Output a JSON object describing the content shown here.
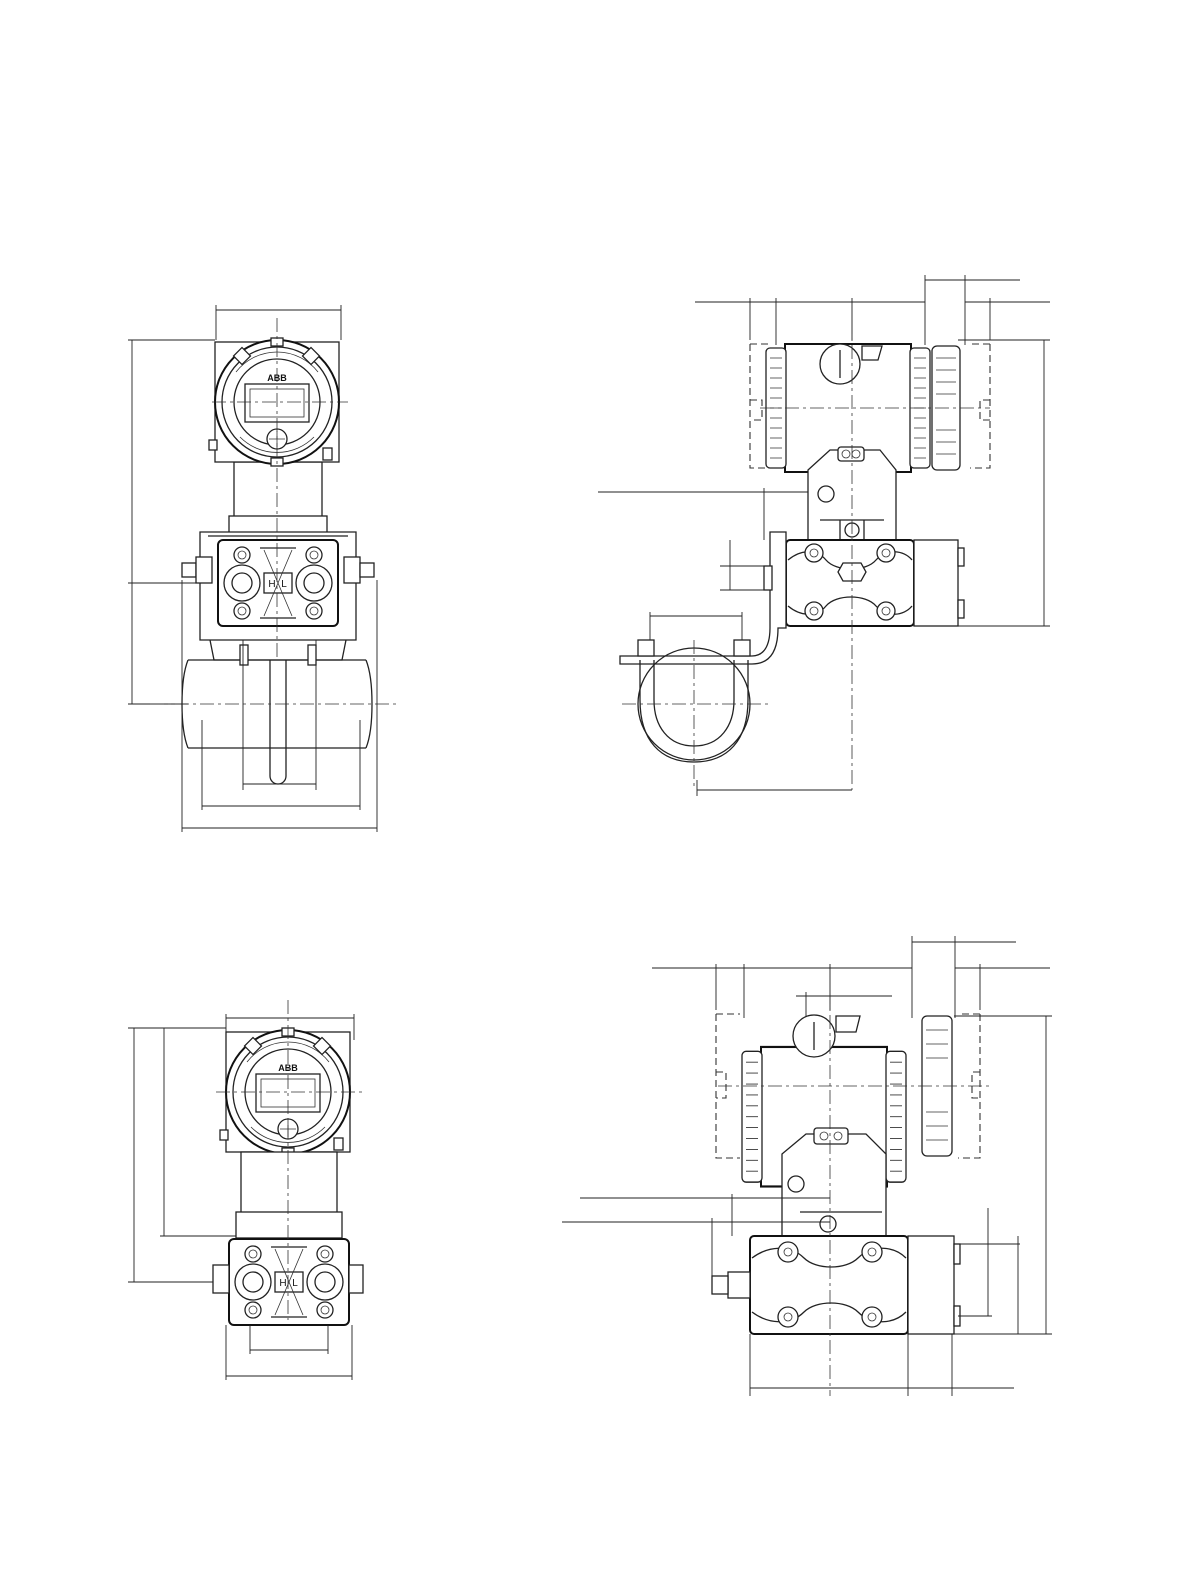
{
  "drawing": {
    "nameplate_logo": "ABB",
    "process_connection_markings": [
      "H",
      "L"
    ]
  },
  "views": [
    {
      "id": "front-view-pipe-mounted"
    },
    {
      "id": "side-view-pipe-mounted"
    },
    {
      "id": "front-view-direct-mounted"
    },
    {
      "id": "side-view-direct-mounted"
    }
  ],
  "colors": {
    "line": "#222222",
    "paper": "#ffffff",
    "hatch": "#e6e6e6"
  }
}
